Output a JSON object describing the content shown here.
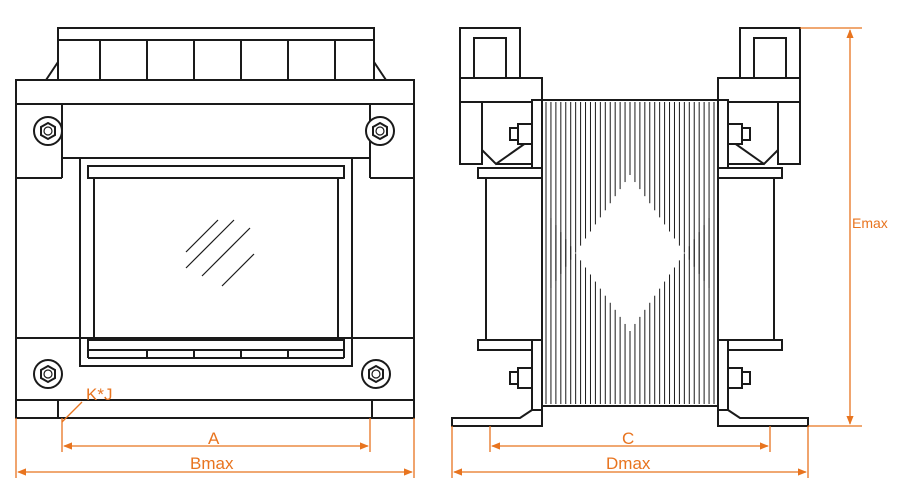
{
  "labels": {
    "k_j": "K*J",
    "a": "A",
    "bmax": "Bmax",
    "c": "C",
    "dmax": "Dmax",
    "emax": "Emax"
  },
  "colors": {
    "drawing": "#1a1a1a",
    "dimension": "#e8741f",
    "background": "#ffffff"
  }
}
